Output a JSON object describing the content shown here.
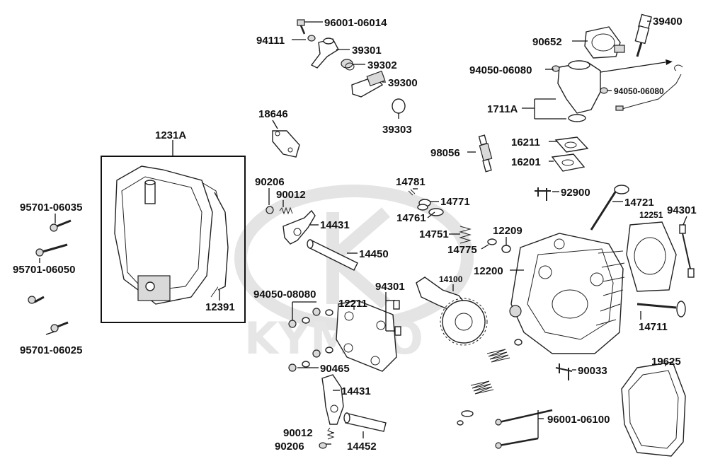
{
  "watermark": {
    "text": "KYMCO"
  },
  "labels": {
    "l96001_06014": "96001-06014",
    "l94111": "94111",
    "l39301": "39301",
    "l39302": "39302",
    "l39300": "39300",
    "l39303": "39303",
    "l18646": "18646",
    "l39400": "39400",
    "l90652": "90652",
    "l94050_06080a": "94050-06080",
    "l94050_06080b": "94050-06080",
    "l1711A": "1711A",
    "l16211": "16211",
    "l16201": "16201",
    "l98056": "98056",
    "l1231A": "1231A",
    "l95701_06035": "95701-06035",
    "l95701_06050": "95701-06050",
    "l95701_06025": "95701-06025",
    "l12391": "12391",
    "l90206a": "90206",
    "l90012a": "90012",
    "l14431a": "14431",
    "l14450": "14450",
    "l14781": "14781",
    "l14771": "14771",
    "l14761": "14761",
    "l14751": "14751",
    "l14775": "14775",
    "l12209": "12209",
    "l92900": "92900",
    "l14721": "14721",
    "l12251": "12251",
    "l94301a": "94301",
    "l12200": "12200",
    "l14100": "14100",
    "l94050_08080": "94050-08080",
    "l12211": "12211",
    "l94301b": "94301",
    "l90465": "90465",
    "l14711": "14711",
    "l90033": "90033",
    "l19625": "19625",
    "l14431b": "14431",
    "l90012b": "90012",
    "l90206b": "90206",
    "l14452": "14452",
    "l96001_06100": "96001-06100"
  }
}
